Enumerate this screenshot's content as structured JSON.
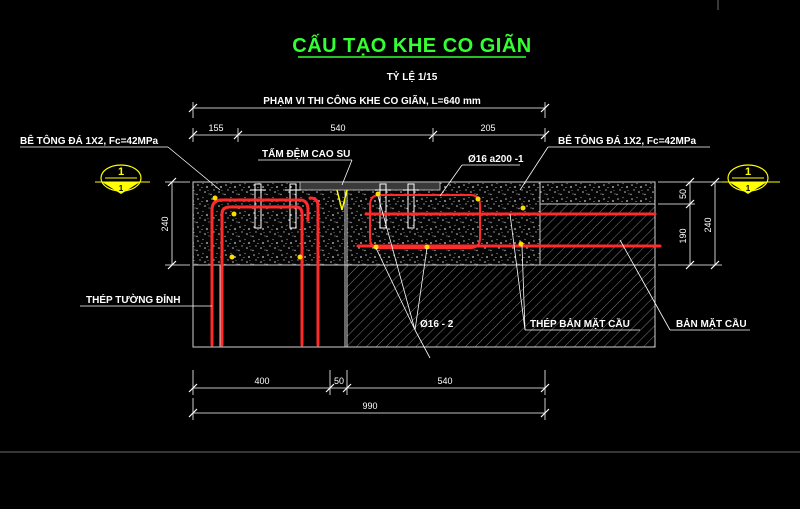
{
  "title": "CẤU TẠO KHE CO GIÃN",
  "subtitle": "TỶ LỆ 1/15",
  "range_label": "PHẠM VI THI CÔNG KHE CO GIÃN, L=640 mm",
  "top_dims": [
    "155",
    "540",
    "205"
  ],
  "right_dims": [
    "50",
    "190",
    "240"
  ],
  "left_dim": "240",
  "bottom_dims": [
    "400",
    "50",
    "540"
  ],
  "total_dim": "990",
  "labels": {
    "concrete_left": "BÊ TÔNG ĐÁ 1X2, Fc=42MPa",
    "concrete_right": "BÊ TÔNG ĐÁ 1X2, Fc=42MPa",
    "rubber_plate": "TẤM ĐỆM CAO SU",
    "stirrup": "Ø16 a200 -1",
    "wall_steel": "THÉP TƯỜNG ĐỈNH",
    "bar_small": "Ø16 - 2",
    "deck_steel": "THÉP BẢN MẶT CẦU",
    "deck_slab": "BẢN MẶT CẦU"
  },
  "section_mark": {
    "number": "1",
    "sub": "1"
  },
  "colors": {
    "title": "#33ff33",
    "rebar": "#ff2a2a",
    "mark": "#ffff00",
    "background": "#000000",
    "lines": "#ffffff"
  }
}
